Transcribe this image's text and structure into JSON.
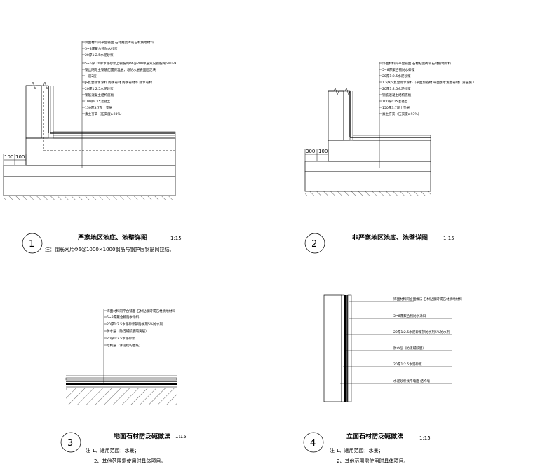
{
  "details": [
    {
      "number": "1",
      "title": "严寒地区池底、池壁详图",
      "scale": "1:15",
      "notes": [
        "注：钢筋网片Φ6@1000×1000钢筋与钢护层钢筋网拉结。"
      ],
      "dims": [
        "100",
        "100"
      ],
      "annotations": [
        "饰面材料同平台铺面 石材贴瓷砖或石材质地材料",
        "5~8厚聚合物防水砂浆",
        "20厚1:2.5水泥砂浆",
        "5~6厚 20厚水泥砂浆上钢筋网Φ6@200单层双向钢筋网5%U-9",
        "钢丝网与主钢筋配置保温层，与防水层表面固定块",
        "一道2层",
        "JS复合防水涂料 防水卷材 防水卷材等 防水卷材",
        "20厚1:2.5水泥砂浆",
        "钢筋混凝土结构底板",
        "100厚C15混凝土",
        "150厚3:7灰土垫层",
        "素土夯实（压实度≥93%）"
      ]
    },
    {
      "number": "2",
      "title": "非严寒地区池底、池壁详图",
      "scale": "1:15",
      "notes": [],
      "dims": [
        "300",
        "100"
      ],
      "annotations": [
        "饰面材料同平台铺面 石材贴瓷砖或石材质地材料",
        "5~8厚聚合物防水砂浆",
        "20厚1:2.5水泥砂浆",
        "1.5厚JS复合防水涂料（平面加卷材 平面加水泥基卷材）分层施工",
        "20厚1:2.5水泥砂浆",
        "钢筋混凝土结构底板",
        "100厚C15混凝土",
        "150厚3:7灰土垫层",
        "素土夯实（压实度≥93%）"
      ]
    },
    {
      "number": "3",
      "title": "地面石材防泛碱做法",
      "scale": "1:15",
      "notes": [
        "注  1、适用范围：水景；",
        "2、其他范围需使用时具体项目。"
      ],
      "dims": [],
      "annotations": [
        "饰面材料同平台铺面 石材贴瓷砖或石材质地材料",
        "5~8厚聚合物防水涂料",
        "20厚1:2.5水泥砂浆掺防水剂5%防水剂",
        "防水层（防泛碱胶膜隔离层）",
        "20厚1:2.5水泥砂浆",
        "结构层（详见结构图纸）"
      ]
    },
    {
      "number": "4",
      "title": "立面石材防泛碱做法",
      "scale": "1:15",
      "notes": [
        "注  1、适用范围：水景；",
        "2、其他范围需使用时具体项目。"
      ],
      "dims": [],
      "annotations": [
        "饰面材料同立面做法 石材贴瓷砖或石材质地材料",
        "5~8厚聚合物防水涂料",
        "20厚1:2.5水泥砂浆掺防水剂5%防水剂",
        "防水层（防泛碱胶膜）",
        "20厚1:2.5水泥砂浆",
        "水泥砂浆找平墙面 结构墙"
      ]
    }
  ]
}
